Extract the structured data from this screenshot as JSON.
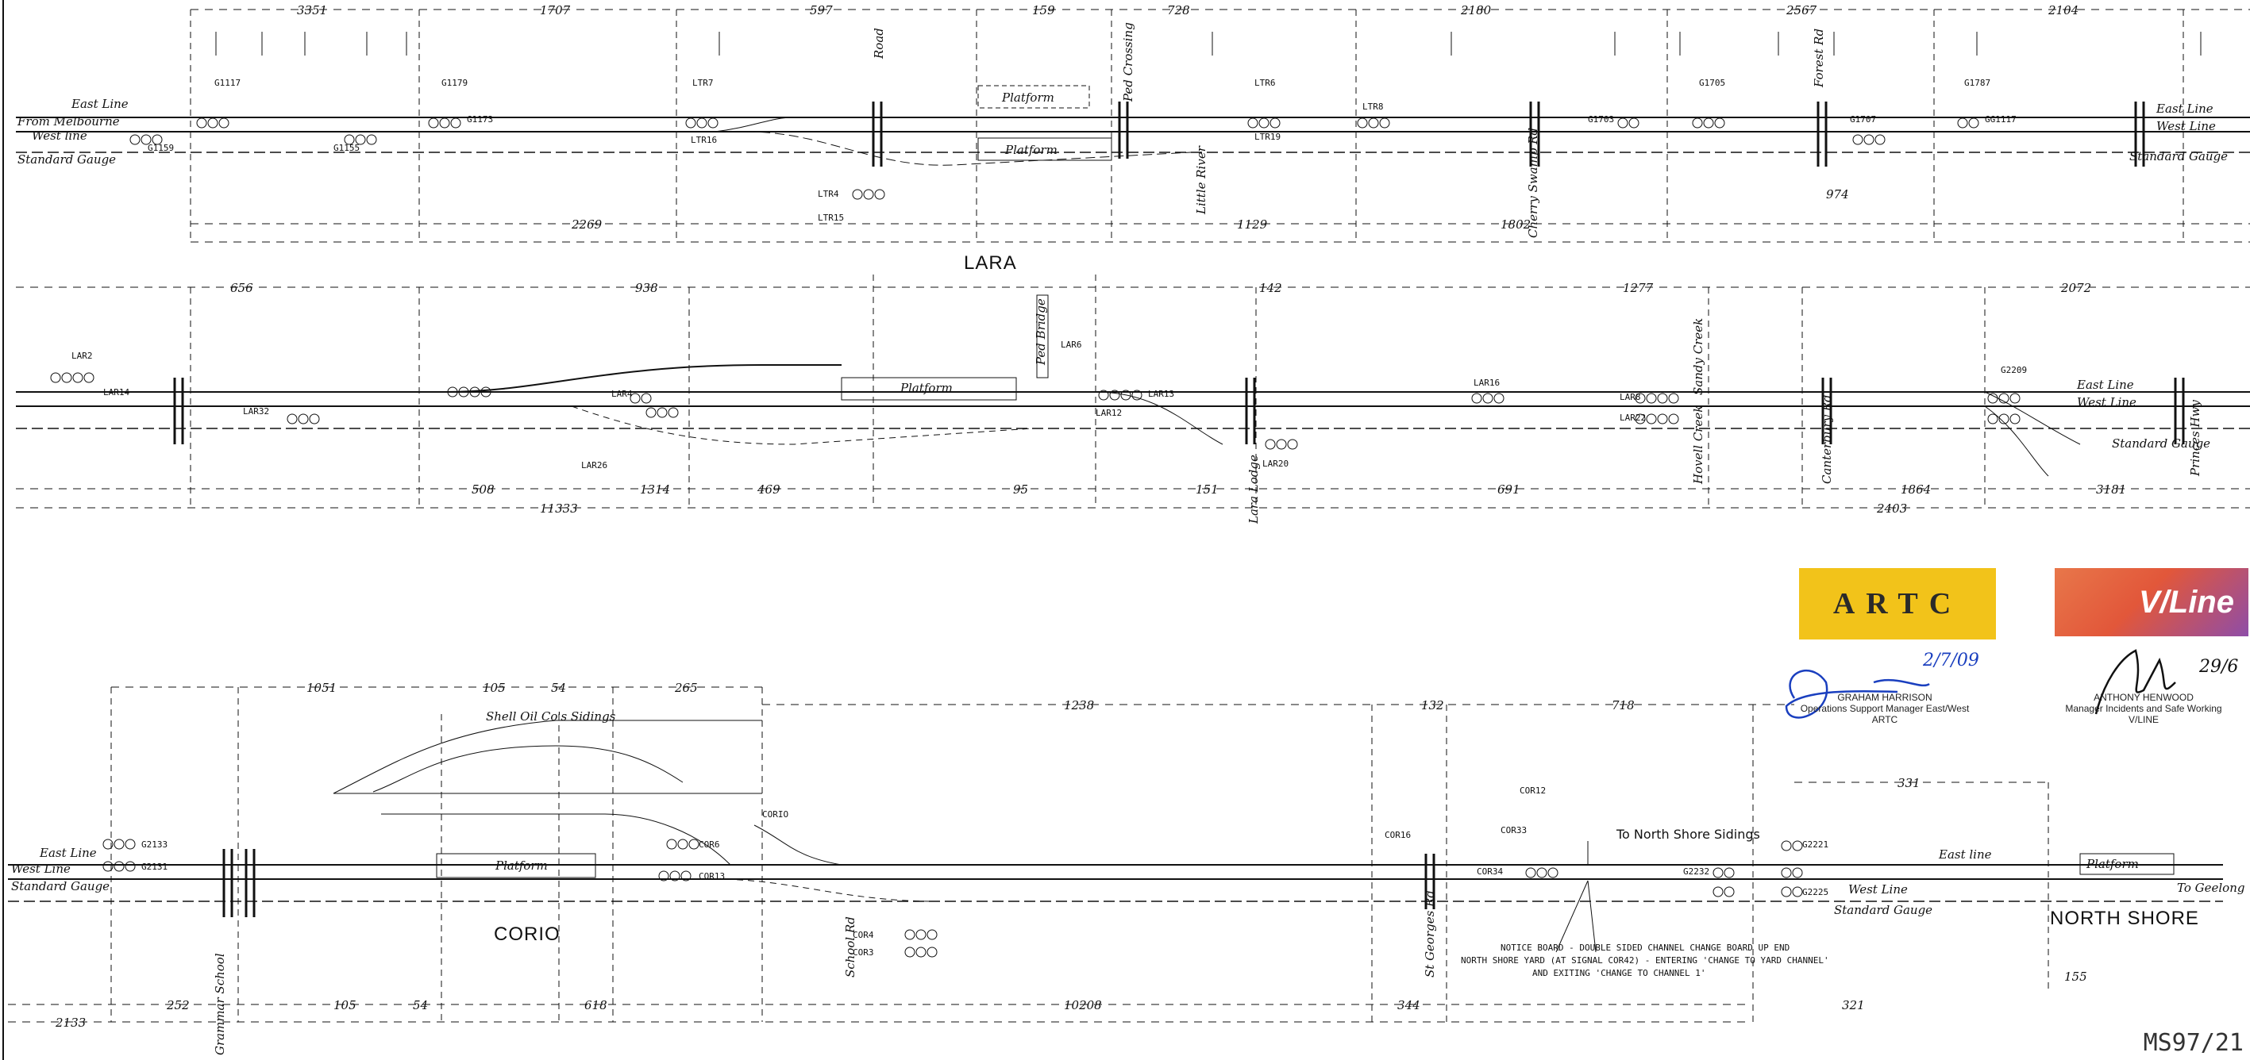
{
  "stations": {
    "lara": "LARA",
    "corio": "CORIO",
    "north_shore": "NORTH SHORE"
  },
  "track_labels": {
    "row1_east_line": "East Line",
    "row1_from_melbourne": "From Melbourne",
    "row1_west_line": "West line",
    "row1_standard_gauge": "Standard Gauge",
    "row1_right_east": "East Line",
    "row1_right_west": "West Line",
    "row1_right_std": "Standard Gauge",
    "row2_right_east": "East Line",
    "row2_right_west": "West Line",
    "row2_right_std": "Standard Gauge",
    "row3_east_line": "East Line",
    "row3_west_line": "West Line",
    "row3_standard_gauge": "Standard Gauge",
    "row3_right_east": "East line",
    "row3_right_west": "West Line",
    "row3_right_std": "Standard Gauge",
    "to_geelong": "To Geelong",
    "shell_sidings": "Shell Oil Co's Sidings",
    "to_north_shore_sidings": "To North Shore Sidings"
  },
  "platforms": {
    "row1_upper": "Platform",
    "row1_lower": "Platform",
    "lara": "Platform",
    "corio": "Platform",
    "north_shore": "Platform"
  },
  "crossings": {
    "road": "Road",
    "ped_crossing": "Ped Crossing",
    "little_river": "Little River",
    "cherry_swamp_rd": "Cherry Swamp Rd",
    "forest_rd": "Forest Rd",
    "sandy_creek": "Sandy Creek",
    "ped_bridge": "Ped Bridge",
    "lara_lodge": "Lara Lodge",
    "hovell_creek": "Hovell Creek",
    "canterbury_rd": "Canterbury Rd",
    "princes_hwy": "Princes Hwy",
    "school_rd": "School Rd",
    "st_georges_rd": "St Georges Rd",
    "grammar_school": "Grammar School"
  },
  "signals": {
    "r1": [
      "G1117",
      "G1155",
      "G1159",
      "G1179",
      "G1173",
      "LTR7",
      "LTR16",
      "LTR4",
      "LTR15",
      "LTR6",
      "LTR19",
      "LTR8",
      "G1705",
      "G1703",
      "G1707",
      "G1787",
      "GG1117"
    ],
    "r2": [
      "LAR2",
      "LAR14",
      "LAR32",
      "LAR4",
      "LAR26",
      "LAR6",
      "LAR12",
      "LAR13",
      "LAR20",
      "LAR16",
      "LAR8",
      "LAR22",
      "G2209"
    ],
    "r3": [
      "G2133",
      "G2131",
      "CORIO",
      "COR6",
      "COR13",
      "COR4",
      "COR3",
      "COR16",
      "COR12",
      "COR33",
      "COR34",
      "G2232",
      "G2221",
      "G2225"
    ]
  },
  "notice": {
    "line1": "NOTICE BOARD - DOUBLE SIDED CHANNEL CHANGE BOARD UP END",
    "line2": "NORTH SHORE YARD (AT SIGNAL COR42) - ENTERING 'CHANGE TO YARD CHANNEL'",
    "line3": "AND EXITING 'CHANGE TO CHANNEL 1'"
  },
  "distances": {
    "row1": [
      "3351",
      "1707",
      "597",
      "159",
      "728",
      "2180",
      "2567",
      "2104",
      "2269",
      "1129",
      "1802",
      "974"
    ],
    "row2": [
      "656",
      "938",
      "142",
      "1277",
      "2072",
      "508",
      "11333",
      "1314",
      "469",
      "95",
      "151",
      "691",
      "1864",
      "3181",
      "2403"
    ],
    "row3": [
      "1051",
      "105",
      "54",
      "265",
      "1238",
      "132",
      "718",
      "331",
      "252",
      "105",
      "54",
      "618",
      "10208",
      "344",
      "321",
      "155",
      "2133"
    ]
  },
  "logos": {
    "artc": "ARTC",
    "vline": "V/Line"
  },
  "signatories": {
    "artc_date": "2/7/09",
    "artc_name": "GRAHAM HARRISON",
    "artc_title": "Operations Support Manager East/West",
    "artc_org": "ARTC",
    "vline_date": "29/6",
    "vline_name": "ANTHONY HENWOOD",
    "vline_title": "Manager Incidents and Safe Working",
    "vline_org": "V/LINE"
  },
  "document_ref": "MS97/21"
}
